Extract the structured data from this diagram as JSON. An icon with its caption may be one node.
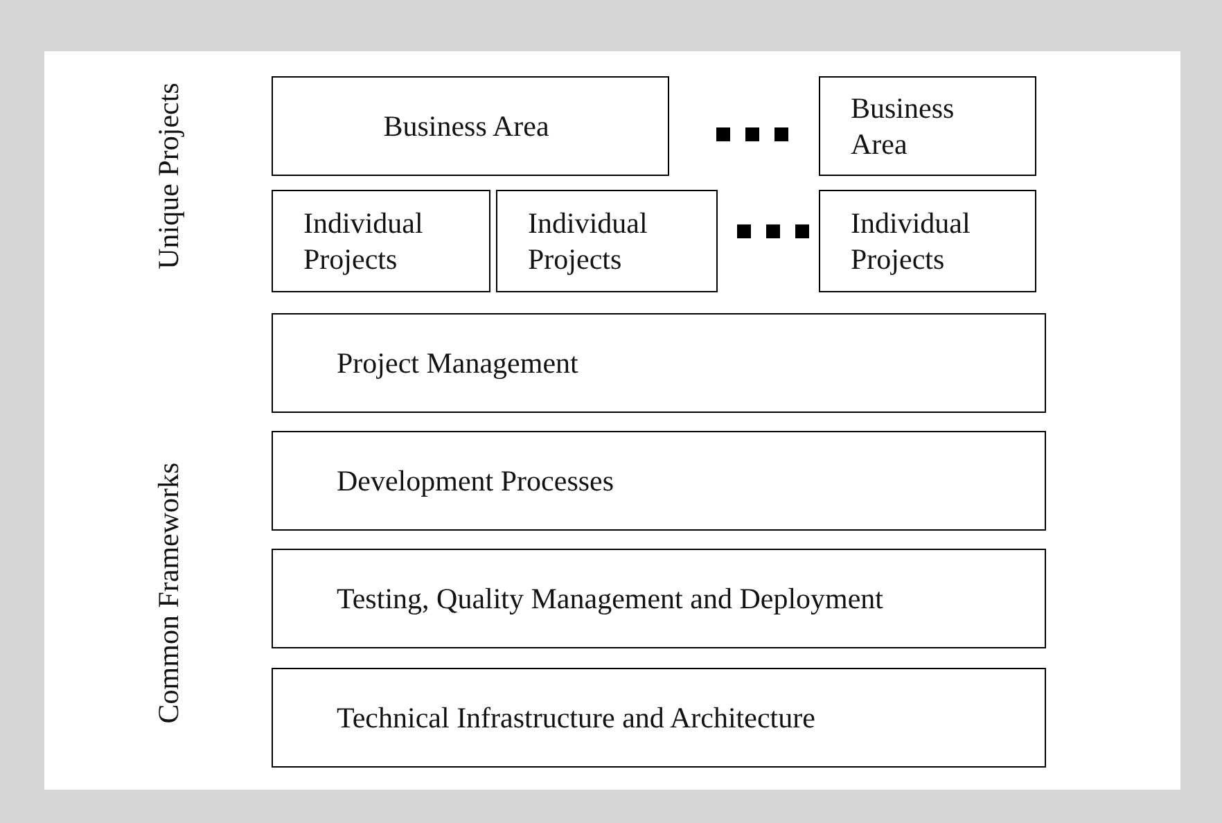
{
  "diagram": {
    "nodes": [
      {
        "text": [
          "Business Area"
        ]
      },
      {
        "text": [
          "Business Area"
        ]
      },
      {
        "text": [
          "Individual Projects"
        ]
      },
      {
        "text": [
          "Individual Projects"
        ]
      },
      {
        "text": [
          "Individual Projects"
        ]
      },
      {
        "text": [
          "Project Management"
        ]
      },
      {
        "text": [
          "Development Processes"
        ]
      },
      {
        "text": [
          "Testing, Quality Management and Deployment"
        ]
      },
      {
        "text": [
          "Technical Infrastructure and Architecture"
        ]
      }
    ],
    "edges": [],
    "labels": [
      "Unique Projects",
      "Common Frameworks"
    ]
  }
}
